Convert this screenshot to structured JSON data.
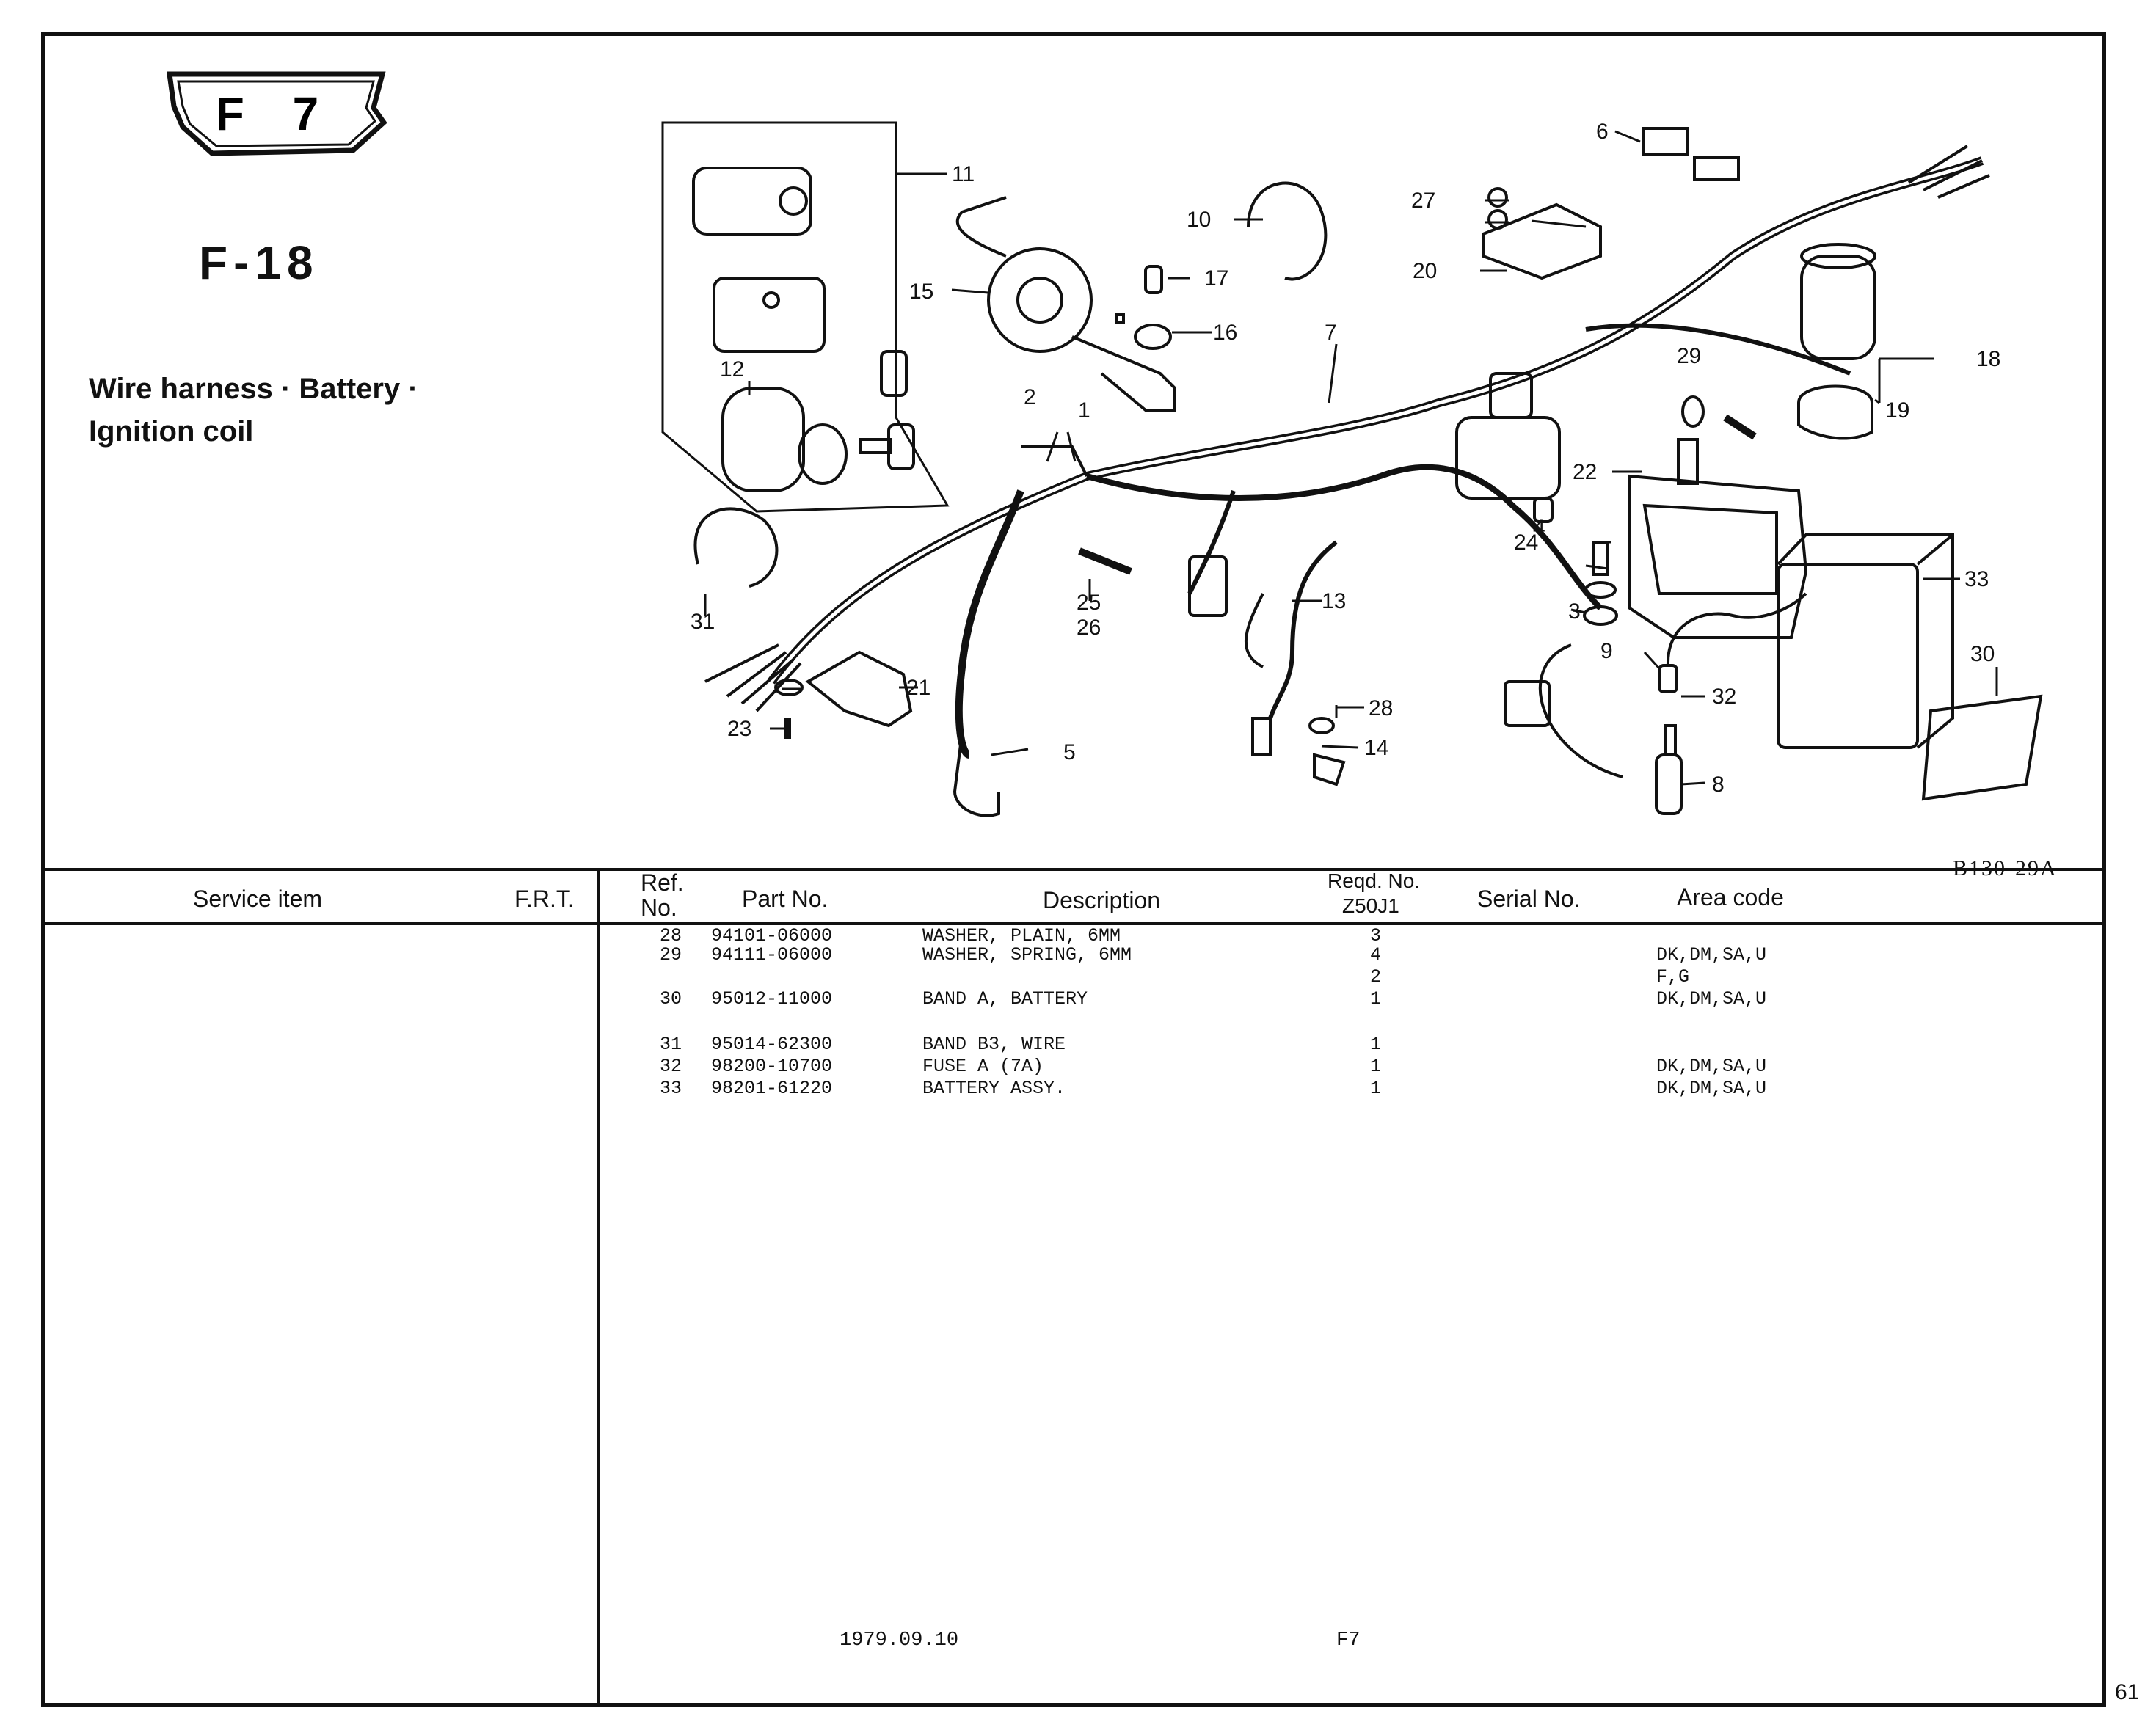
{
  "header": {
    "section_badge": "F 7",
    "figure_number": "F-18",
    "title_line1": "Wire harness · Battery ·",
    "title_line2": "Ignition coil",
    "drawing_code": "B130-29A"
  },
  "callouts": [
    "1",
    "2",
    "3",
    "4",
    "5",
    "6",
    "7",
    "8",
    "9",
    "10",
    "11",
    "12",
    "13",
    "14",
    "15",
    "16",
    "17",
    "18",
    "19",
    "20",
    "21",
    "22",
    "23",
    "24",
    "25",
    "26",
    "27",
    "28",
    "29",
    "30",
    "31",
    "32",
    "33"
  ],
  "table": {
    "columns": {
      "service_item": "Service item",
      "frt": "F.R.T.",
      "ref_no_1": "Ref.",
      "ref_no_2": "No.",
      "part_no": "Part No.",
      "description": "Description",
      "reqd_1": "Reqd. No.",
      "reqd_2": "Z50J1",
      "serial_no": "Serial No.",
      "area_code": "Area code"
    },
    "rows": [
      {
        "ref": "28",
        "part_no": "94101-06000",
        "description": "WASHER, PLAIN, 6MM",
        "qty": "3",
        "area": ""
      },
      {
        "ref": "29",
        "part_no": "94111-06000",
        "description": "WASHER, SPRING, 6MM",
        "qty": "4",
        "area": "DK,DM,SA,U"
      },
      {
        "ref": "",
        "part_no": "",
        "description": "",
        "qty": "2",
        "area": "F,G"
      },
      {
        "ref": "30",
        "part_no": "95012-11000",
        "description": "BAND A, BATTERY",
        "qty": "1",
        "area": "DK,DM,SA,U"
      },
      {
        "ref": "31",
        "part_no": "95014-62300",
        "description": "BAND B3, WIRE",
        "qty": "1",
        "area": ""
      },
      {
        "ref": "32",
        "part_no": "98200-10700",
        "description": "FUSE A (7A)",
        "qty": "1",
        "area": "DK,DM,SA,U"
      },
      {
        "ref": "33",
        "part_no": "98201-61220",
        "description": "BATTERY ASSY.",
        "qty": "1",
        "area": "DK,DM,SA,U"
      }
    ]
  },
  "footer": {
    "date": "1979.09.10",
    "code": "F7",
    "page_number": "61"
  }
}
